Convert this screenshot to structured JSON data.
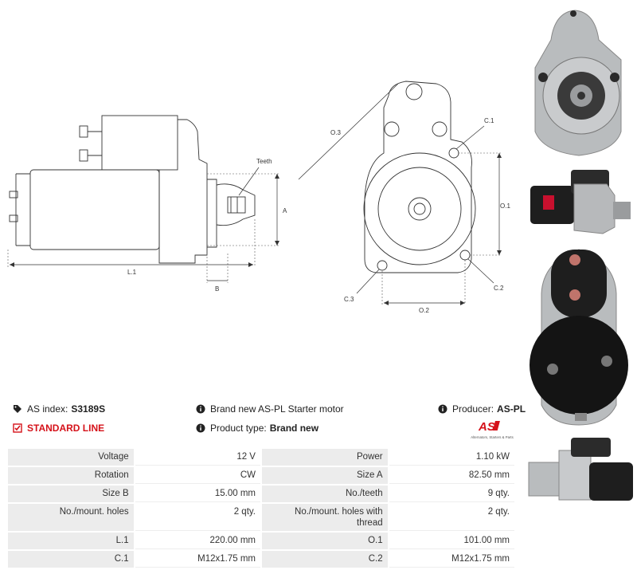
{
  "drawing": {
    "side_labels": {
      "teeth": "Teeth",
      "a": "A",
      "b": "B",
      "l1": "L.1"
    },
    "front_labels": {
      "o3": "O.3",
      "c1": "C.1",
      "o1": "O.1",
      "c2": "C.2",
      "c3": "C.3",
      "o2": "O.2"
    }
  },
  "info": {
    "as_index_label": "AS index:",
    "as_index_value": "S3189S",
    "description": "Brand new AS-PL Starter motor",
    "producer_label": "Producer:",
    "producer_value": "AS-PL",
    "line": "STANDARD LINE",
    "product_type_label": "Product type:",
    "product_type_value": "Brand new"
  },
  "logo": {
    "mark": "AS",
    "tagline": "Alternators, Starters & Parts"
  },
  "specs": [
    {
      "l1": "Voltage",
      "v1": "12 V",
      "l2": "Power",
      "v2": "1.10 kW"
    },
    {
      "l1": "Rotation",
      "v1": "CW",
      "l2": "Size A",
      "v2": "82.50 mm"
    },
    {
      "l1": "Size B",
      "v1": "15.00 mm",
      "l2": "No./teeth",
      "v2": "9 qty."
    },
    {
      "l1": "No./mount. holes",
      "v1": "2 qty.",
      "l2": "No./mount. holes with thread",
      "v2": "2 qty."
    },
    {
      "l1": "L.1",
      "v1": "220.00 mm",
      "l2": "O.1",
      "v2": "101.00 mm"
    },
    {
      "l1": "C.1",
      "v1": "M12x1.75 mm",
      "l2": "C.2",
      "v2": "M12x1.75 mm"
    }
  ],
  "colors": {
    "accent": "#d5121a",
    "label_bg": "#ececec",
    "line": "#333333"
  }
}
